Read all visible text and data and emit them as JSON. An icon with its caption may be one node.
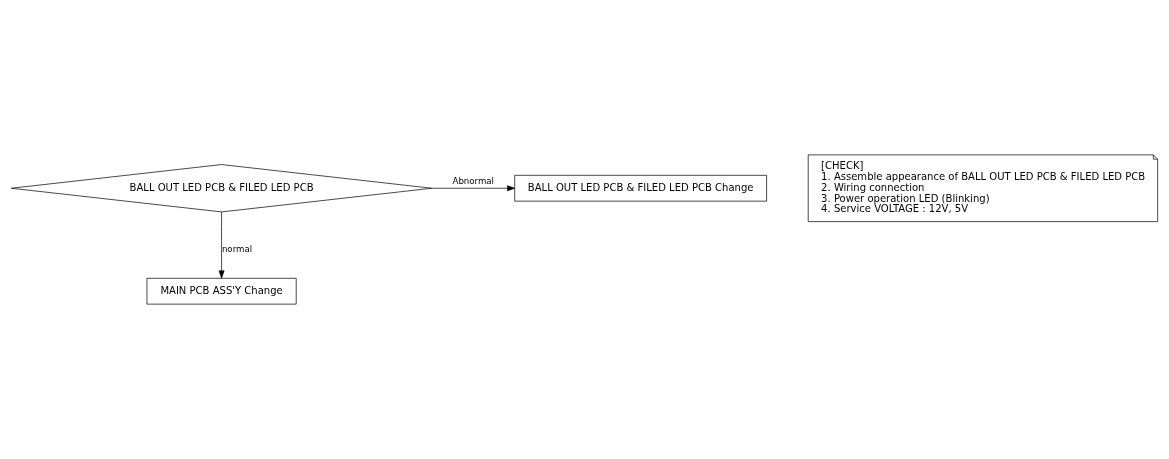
{
  "diagram": {
    "nodes": [
      {
        "text": [
          "BALL OUT LED PCB & FILED LED PCB"
        ]
      },
      {
        "text": [
          "BALL OUT LED PCB & FILED LED PCB Change"
        ]
      },
      {
        "text": [
          "[CHECK]",
          "1. Assemble appearance of BALL OUT LED PCB & FILED LED PCB",
          "2. Wiring connection",
          "3. Power operation LED (Blinking)",
          "4. Service VOLTAGE : 12V, 5V"
        ]
      },
      {
        "text": [
          "MAIN PCB ASS'Y Change"
        ]
      }
    ],
    "edges": [
      {
        "from": 0,
        "to": 1,
        "arrow": "to",
        "label": "Abnormal"
      },
      {
        "from": 0,
        "to": 3,
        "arrow": "to",
        "label": "normal"
      }
    ]
  }
}
